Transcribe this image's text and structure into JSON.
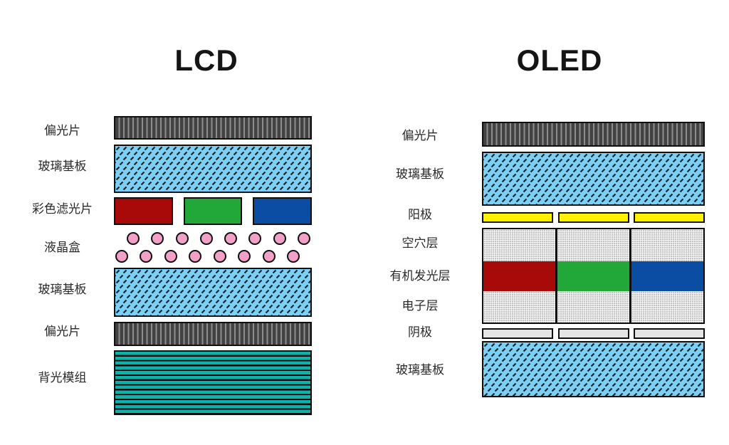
{
  "lcd": {
    "title": "LCD",
    "layers": [
      {
        "name": "polarizer-top",
        "label": "偏光片",
        "texture": "vertical-stripes"
      },
      {
        "name": "glass-substrate-top",
        "label": "玻璃基板",
        "texture": "diagonal-hatch"
      },
      {
        "name": "color-filter",
        "label": "彩色滤光片",
        "segment_colors": [
          "#A80A0A",
          "#22A838",
          "#0B4DA2"
        ]
      },
      {
        "name": "liquid-crystal-cell",
        "label": "液晶盒",
        "dot_rows": 2,
        "dots_per_row": 8,
        "dot_color": "#F2A0C8"
      },
      {
        "name": "glass-substrate-bottom",
        "label": "玻璃基板",
        "texture": "diagonal-hatch"
      },
      {
        "name": "polarizer-bottom",
        "label": "偏光片",
        "texture": "vertical-stripes"
      },
      {
        "name": "backlight-module",
        "label": "背光模组",
        "fill_color": "#0BB3AB"
      }
    ]
  },
  "oled": {
    "title": "OLED",
    "layers": [
      {
        "name": "polarizer",
        "label": "偏光片",
        "texture": "vertical-stripes"
      },
      {
        "name": "glass-substrate-top",
        "label": "玻璃基板",
        "texture": "diagonal-hatch"
      },
      {
        "name": "anode",
        "label": "阳极",
        "segment_count": 3,
        "fill_color": "#FFF200"
      },
      {
        "name": "hole-layer",
        "label": "空穴层",
        "texture": "gray-grid"
      },
      {
        "name": "organic-emitting-layer",
        "label": "有机发光层",
        "segment_colors": [
          "#A80A0A",
          "#22A838",
          "#0B4DA2"
        ]
      },
      {
        "name": "electron-layer",
        "label": "电子层",
        "texture": "gray-grid"
      },
      {
        "name": "cathode",
        "label": "阴极",
        "segment_count": 3,
        "fill_color": "#E5E5E5"
      },
      {
        "name": "glass-substrate-bottom",
        "label": "玻璃基板",
        "texture": "diagonal-hatch"
      }
    ]
  },
  "colors": {
    "glass_fill": "#7ECFF4",
    "glass_hatch": "#17252E",
    "polarizer_dark": "#424242",
    "polarizer_light": "#8D8D8D",
    "grid_gray": "#C2C2C2",
    "border": "#101010",
    "background": "#FFFFFF"
  }
}
